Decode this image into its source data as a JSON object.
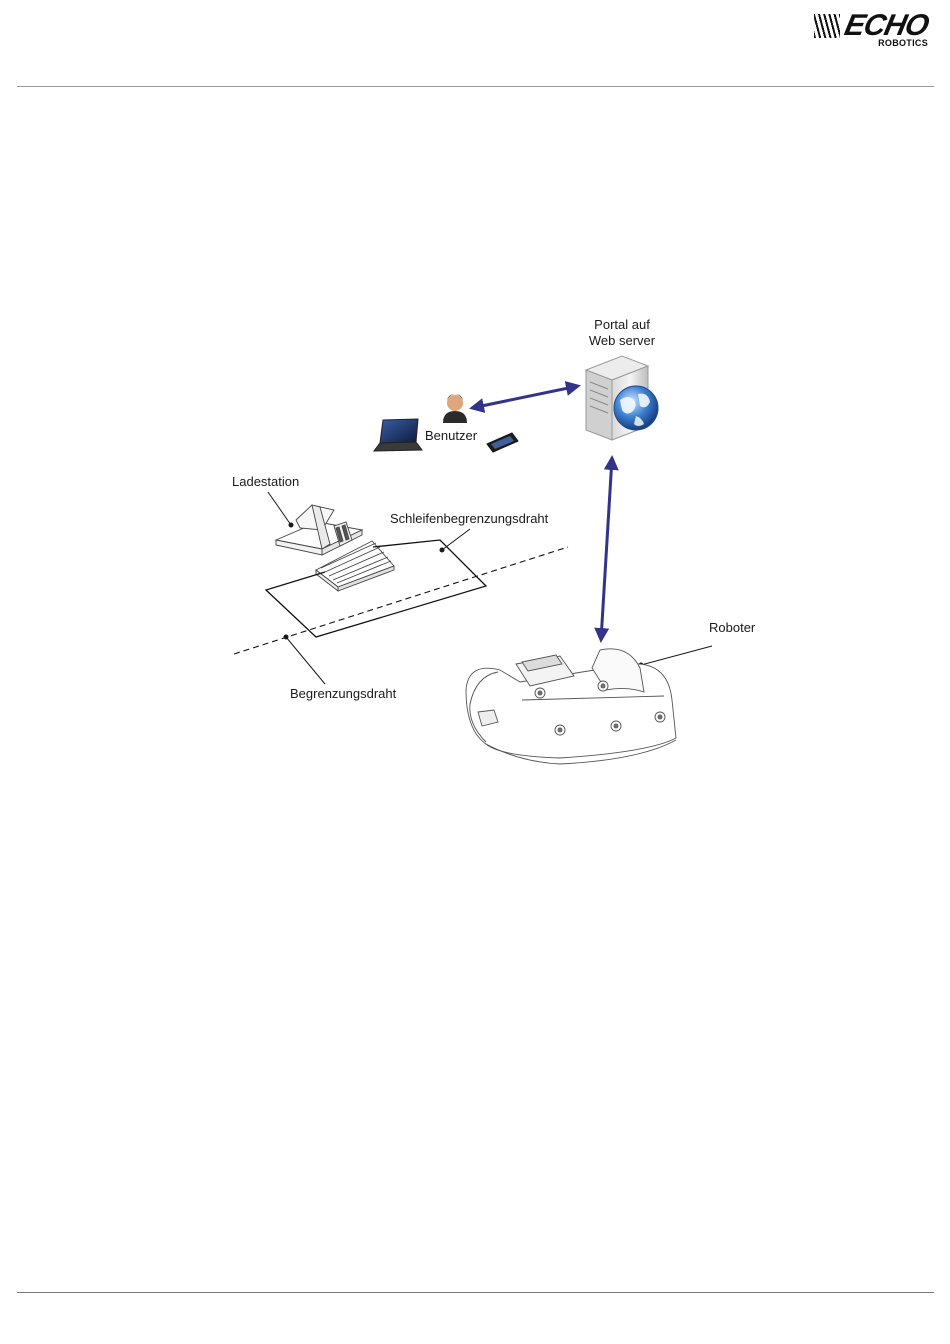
{
  "header": {
    "logo_text": "ECHO",
    "logo_subtext": "ROBOTICS"
  },
  "diagram": {
    "server_label_line1": "Portal auf",
    "server_label_line2": "Web server",
    "user_label": "Benutzer",
    "charging_station_label": "Ladestation",
    "loop_wire_label": "Schleifenbegrenzungsdraht",
    "boundary_wire_label": "Begrenzungsdraht",
    "robot_label": "Roboter",
    "arrow_color": "#33338a"
  }
}
